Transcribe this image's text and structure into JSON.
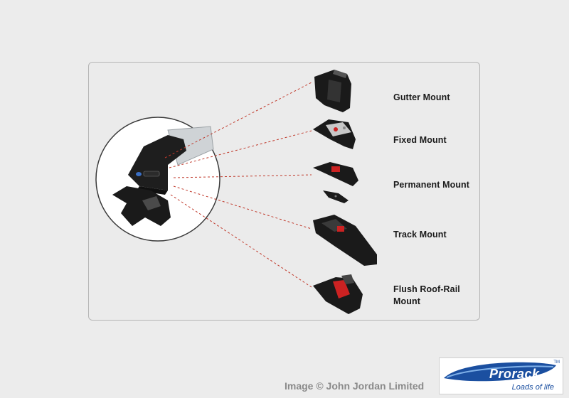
{
  "mounts": [
    {
      "label_lines": [
        "Gutter Mount"
      ]
    },
    {
      "label_lines": [
        "Fixed Mount"
      ]
    },
    {
      "label_lines": [
        "Permanent Mount"
      ]
    },
    {
      "label_lines": [
        "Track Mount"
      ]
    },
    {
      "label_lines": [
        "Flush Roof-Rail",
        "Mount"
      ]
    }
  ],
  "credit": "Image © John Jordan Limited",
  "logo": {
    "brand": "Prorack",
    "tagline": "Loads of life",
    "tm": "TM",
    "brand_color": "#1b4fa0"
  },
  "colors": {
    "leader_line": "#c0392b",
    "part": "#1a1a1a",
    "accent": "#cc2222"
  },
  "icons": [
    "foot-pack-icon",
    "gutter-mount-icon",
    "fixed-mount-icon",
    "permanent-mount-icon",
    "track-mount-icon",
    "flush-roof-rail-mount-icon"
  ]
}
